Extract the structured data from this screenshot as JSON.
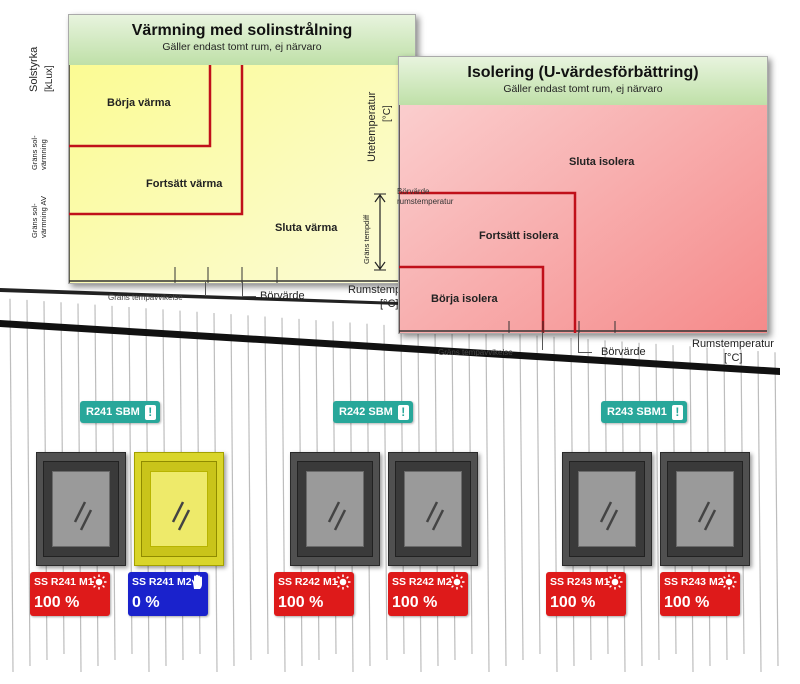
{
  "heating_panel": {
    "title": "Värmning med solinstrålning",
    "subtitle": "Gäller endast tomt rum, ej närvaro",
    "y_axis_label": "Solstyrka",
    "y_axis_unit": "[kLux]",
    "y_tick_upper": "Gräns sol-\nvärmning",
    "y_tick_lower": "Gräns sol-\nvärmning AV",
    "region_start": "Börja värma",
    "region_continue": "Fortsätt värma",
    "region_stop": "Sluta värma",
    "x_tick_left": "Gräns tempavvikelse",
    "x_tick_right": "Börvärde",
    "x_axis_label": "Rumstemp",
    "x_axis_unit": "[°C]"
  },
  "insulation_panel": {
    "title": "Isolering (U-värdesförbättring)",
    "subtitle": "Gäller endast tomt rum, ej närvaro",
    "y_axis_label": "Utetemperatur",
    "y_axis_unit": "[°C]",
    "region_stop": "Sluta isolera",
    "region_continue": "Fortsätt isolera",
    "region_start": "Börja isolera",
    "setpoint_label": "Börvärde\nrumstemperatur",
    "tempdiff_label": "Gräns tempdiff",
    "x_tick_left": "Gräns tempavvikelse",
    "x_tick_right": "Börvärde",
    "x_axis_label": "Rumstemperatur",
    "x_axis_unit": "[°C]"
  },
  "groups": [
    {
      "badge": "R241 SBM",
      "badge_icon": "exclamation-icon"
    },
    {
      "badge": "R242 SBM",
      "badge_icon": "exclamation-icon"
    },
    {
      "badge": "R243 SBM1",
      "badge_icon": "exclamation-icon"
    }
  ],
  "tiles": [
    {
      "name": "SS R241 M1",
      "value": "100 %",
      "icon": "sun-icon",
      "color": "#de1a1a",
      "window_active": false
    },
    {
      "name": "SS R241 M2",
      "value": "0 %",
      "icon": "hand-icon",
      "color": "#1a22cc",
      "window_active": true
    },
    {
      "name": "SS R242 M1",
      "value": "100 %",
      "icon": "sun-icon",
      "color": "#de1a1a",
      "window_active": false
    },
    {
      "name": "SS R242 M2",
      "value": "100 %",
      "icon": "sun-icon",
      "color": "#de1a1a",
      "window_active": false
    },
    {
      "name": "SS R243 M1",
      "value": "100 %",
      "icon": "sun-icon",
      "color": "#de1a1a",
      "window_active": false
    },
    {
      "name": "SS R243 M2",
      "value": "100 %",
      "icon": "sun-icon",
      "color": "#de1a1a",
      "window_active": false
    }
  ],
  "colors": {
    "heating_bg": "#fbfbb0",
    "insulation_bg": "#f58a8a",
    "badge": "#28a79a",
    "threshold_line": "#c0101a"
  }
}
